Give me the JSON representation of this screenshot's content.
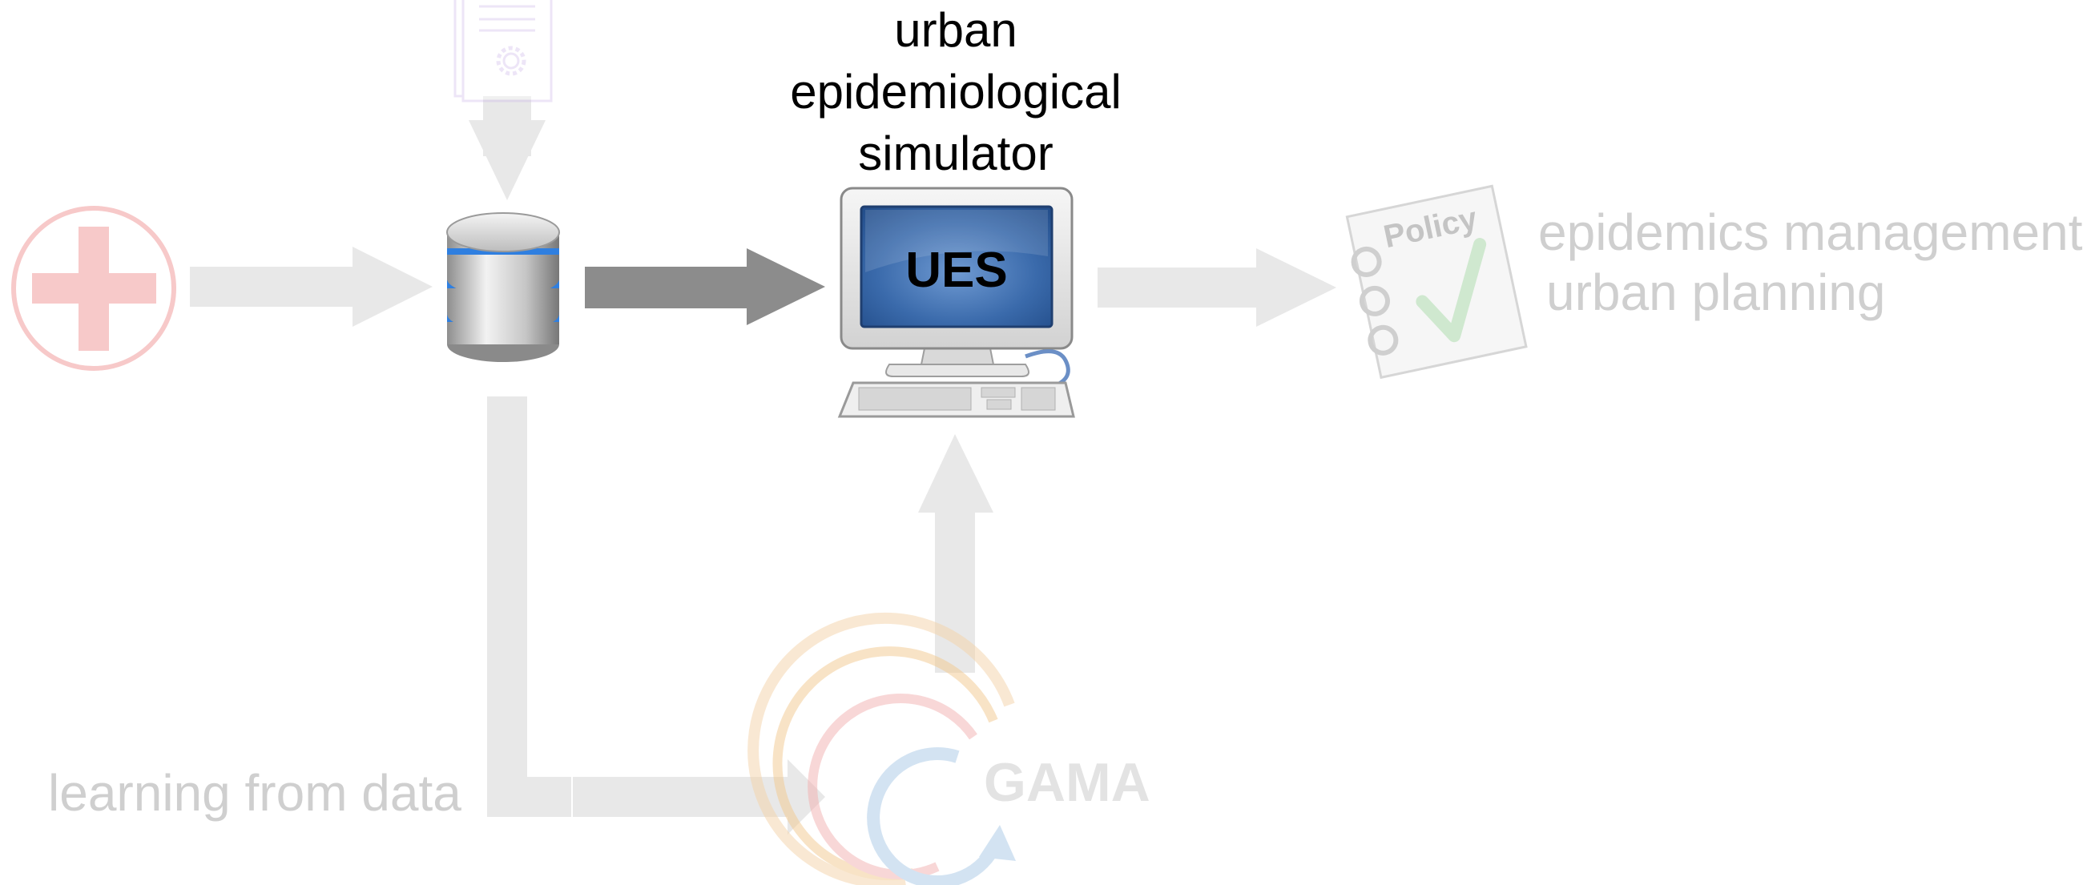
{
  "title": {
    "line1": "urban",
    "line2": "epidemiological",
    "line3": "simulator"
  },
  "simulator_screen_label": "UES",
  "outputs": {
    "line1": "epidemics management",
    "line2": "urban planning"
  },
  "learning_label": "learning from data",
  "policy_label": "Policy",
  "gama_label": "GAMA",
  "icons": {
    "health": "red-cross-icon",
    "documents": "config-document-icon",
    "database": "database-icon",
    "simulator": "computer-monitor-icon",
    "policy": "policy-notepad-icon",
    "gama": "gama-logo-icon"
  },
  "colors": {
    "faded_arrow": "#e8e8e8",
    "active_arrow": "#8c8c8c",
    "health_cross": "#f7c9c9",
    "faded_text": "#cfcfcf",
    "screen_blue": "#2f5f9e"
  }
}
